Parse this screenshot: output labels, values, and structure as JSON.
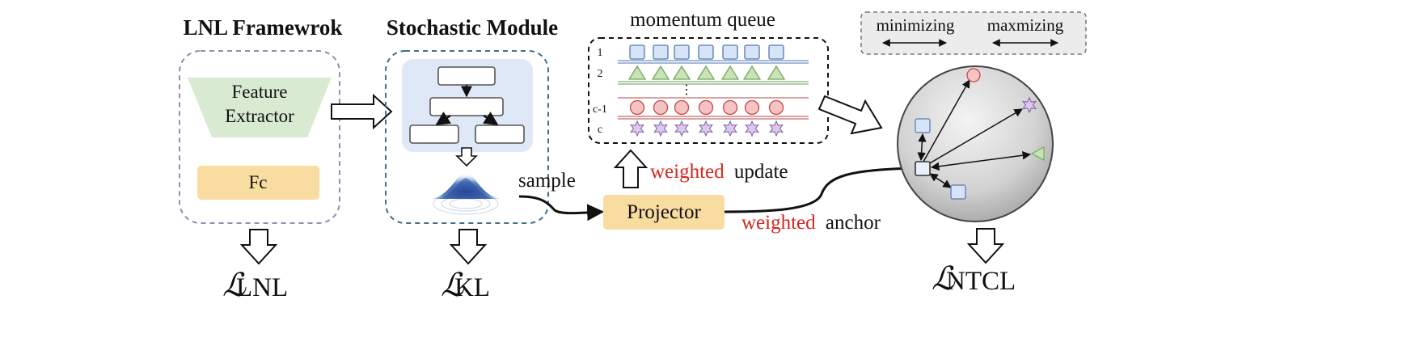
{
  "lnl": {
    "title": "LNL Framewrok",
    "feature_line1": "Feature",
    "feature_line2": "Extractor",
    "fc": "Fc",
    "loss_symbol": "ℒ",
    "loss_sub": "LNL"
  },
  "stochastic": {
    "title": "Stochastic Module",
    "sample": "sample",
    "loss_symbol": "ℒ",
    "loss_sub": "KL"
  },
  "queue": {
    "title": "momentum queue",
    "row_labels": [
      "1",
      "2",
      "⋮",
      "c-1",
      "c"
    ],
    "update_red": "weighted",
    "update_black": "update"
  },
  "projector": {
    "label": "Projector",
    "anchor_red": "weighted",
    "anchor_black": "anchor"
  },
  "legend": {
    "minimizing": "minimizing",
    "maximizing": "maxmizing"
  },
  "ntcl": {
    "loss_symbol": "ℒ",
    "loss_sub": "NTCL"
  },
  "colors": {
    "feature_fill": "#d9ead3",
    "fc_fill": "#f9dca0",
    "projector_fill": "#f9dca0",
    "lnl_border": "#9b86b8",
    "stochastic_border": "#3f6f8f",
    "square_fill": "#d6e4f7",
    "square_stroke": "#5578b0",
    "triangle_fill": "#c9e3b7",
    "triangle_stroke": "#77a860",
    "circle_fill": "#f5c3c3",
    "circle_stroke": "#c44b4b",
    "star_fill": "#ddc9ec",
    "star_stroke": "#8b6db0",
    "highlight_red": "#d7261e"
  }
}
